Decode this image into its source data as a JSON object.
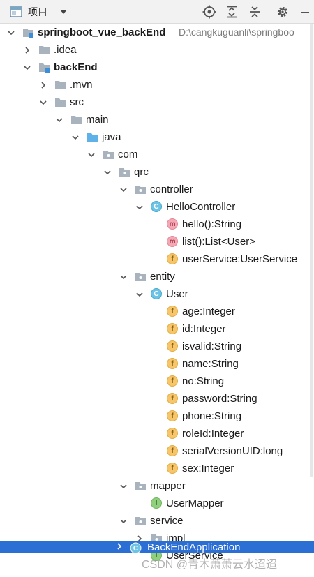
{
  "toolbar": {
    "title": "项目",
    "icons": [
      "project-view-icon",
      "chevron-down-icon",
      "locate-icon",
      "expand-all-icon",
      "collapse-all-icon",
      "gear-icon",
      "minimize-icon"
    ]
  },
  "tree": [
    {
      "label": "springboot_vue_backEnd",
      "suffix": "D:\\cangkuguanli\\springboo",
      "icon": "module-folder",
      "depth": 0,
      "expanded": true,
      "bold": true
    },
    {
      "label": ".idea",
      "icon": "folder",
      "depth": 1,
      "expanded": false
    },
    {
      "label": "backEnd",
      "icon": "module-folder",
      "depth": 1,
      "expanded": true,
      "bold": true
    },
    {
      "label": ".mvn",
      "icon": "folder",
      "depth": 2,
      "expanded": false
    },
    {
      "label": "src",
      "icon": "folder",
      "depth": 2,
      "expanded": true
    },
    {
      "label": "main",
      "icon": "folder",
      "depth": 3,
      "expanded": true
    },
    {
      "label": "java",
      "icon": "source-folder",
      "depth": 4,
      "expanded": true
    },
    {
      "label": "com",
      "icon": "package",
      "depth": 5,
      "expanded": true
    },
    {
      "label": "qrc",
      "icon": "package",
      "depth": 6,
      "expanded": true
    },
    {
      "label": "controller",
      "icon": "package",
      "depth": 7,
      "expanded": true
    },
    {
      "label": "HelloController",
      "icon": "class",
      "depth": 8,
      "expanded": true
    },
    {
      "label": "hello():String",
      "icon": "method",
      "depth": 9,
      "leaf": true
    },
    {
      "label": "list():List<User>",
      "icon": "method",
      "depth": 9,
      "leaf": true
    },
    {
      "label": "userService:UserService",
      "icon": "field",
      "depth": 9,
      "leaf": true
    },
    {
      "label": "entity",
      "icon": "package",
      "depth": 7,
      "expanded": true
    },
    {
      "label": "User",
      "icon": "class",
      "depth": 8,
      "expanded": true
    },
    {
      "label": "age:Integer",
      "icon": "field",
      "depth": 9,
      "leaf": true
    },
    {
      "label": "id:Integer",
      "icon": "field",
      "depth": 9,
      "leaf": true
    },
    {
      "label": "isvalid:String",
      "icon": "field",
      "depth": 9,
      "leaf": true
    },
    {
      "label": "name:String",
      "icon": "field",
      "depth": 9,
      "leaf": true
    },
    {
      "label": "no:String",
      "icon": "field",
      "depth": 9,
      "leaf": true
    },
    {
      "label": "password:String",
      "icon": "field",
      "depth": 9,
      "leaf": true
    },
    {
      "label": "phone:String",
      "icon": "field",
      "depth": 9,
      "leaf": true
    },
    {
      "label": "roleId:Integer",
      "icon": "field",
      "depth": 9,
      "leaf": true
    },
    {
      "label": "serialVersionUID:long",
      "icon": "field-static",
      "depth": 9,
      "leaf": true
    },
    {
      "label": "sex:Integer",
      "icon": "field",
      "depth": 9,
      "leaf": true
    },
    {
      "label": "mapper",
      "icon": "package",
      "depth": 7,
      "expanded": true
    },
    {
      "label": "UserMapper",
      "icon": "interface",
      "depth": 8,
      "leaf": true
    },
    {
      "label": "service",
      "icon": "package",
      "depth": 7,
      "expanded": true
    },
    {
      "label": "impl",
      "icon": "package",
      "depth": 8,
      "expanded": false
    },
    {
      "label": "UserService",
      "icon": "interface",
      "depth": 8,
      "leaf": true
    }
  ],
  "selected": {
    "label": "BackEndApplication",
    "icon": "spring-class",
    "expanded": false
  },
  "watermark": "CSDN @青木萧萧云水迢迢",
  "colors": {
    "selection": "#2c6fd4",
    "folder": "#a9b3bd",
    "source_folder": "#5fb2e8",
    "class_badge": "#6cc3e6",
    "method_badge": "#f4a8b4",
    "field_badge": "#f7c66a",
    "interface_badge": "#8fcf7e"
  }
}
